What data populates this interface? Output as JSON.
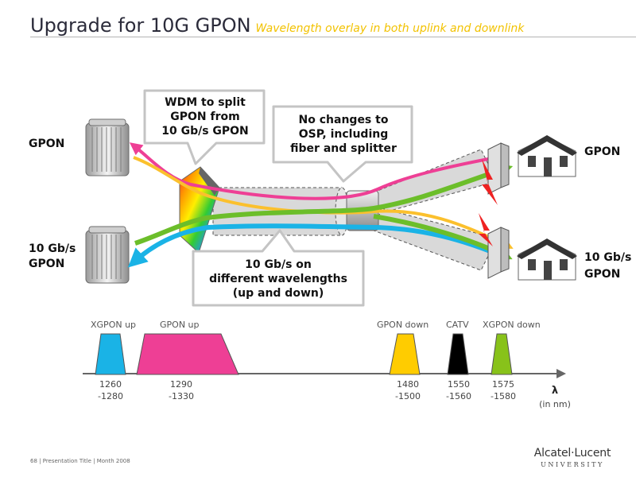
{
  "title": "Upgrade for 10G GPON",
  "subtitle": "Wavelength overlay in both uplink and downlink",
  "labels": {
    "gpon_left": "GPON",
    "xgpon_left_1": "10 Gb/s",
    "xgpon_left_2": "GPON",
    "gpon_right": "GPON",
    "xgpon_right_1": "10 Gb/s",
    "xgpon_right_2": "GPON"
  },
  "callouts": {
    "wdm": [
      "WDM to split",
      "GPON from",
      "10 Gb/s GPON"
    ],
    "osp": [
      "No changes to",
      "OSP, including",
      "fiber and splitter"
    ],
    "wavelengths": [
      "10 Gb/s on",
      "different wavelengths",
      "(up and down)"
    ]
  },
  "spectrum": {
    "bands": [
      {
        "label": "XGPON up",
        "range": [
          "1260",
          "-1280"
        ],
        "color": "#1ab3e6"
      },
      {
        "label": "GPON up",
        "range": [
          "1290",
          "-1330"
        ],
        "color": "#ee3f95"
      },
      {
        "label": "GPON down",
        "range": [
          "1480",
          "-1500"
        ],
        "color": "#ffcc00"
      },
      {
        "label": "CATV",
        "range": [
          "1550",
          "-1560"
        ],
        "color": "#000000"
      },
      {
        "label": "XGPON down",
        "range": [
          "1575",
          "-1580"
        ],
        "color": "#88c21a"
      }
    ],
    "axis_symbol": "λ",
    "axis_unit": "(in nm)"
  },
  "colors": {
    "gpon_up": "#ee3f95",
    "gpon_down": "#fbc02d",
    "xgpon_up": "#1ab3e6",
    "xgpon_down": "#6cbe2a",
    "fiber": "#d9d9d9"
  },
  "footer": "68 | Presentation Title | Month 2008",
  "logo": {
    "main": "Alcatel·Lucent",
    "sub": "UNIVERSITY"
  }
}
